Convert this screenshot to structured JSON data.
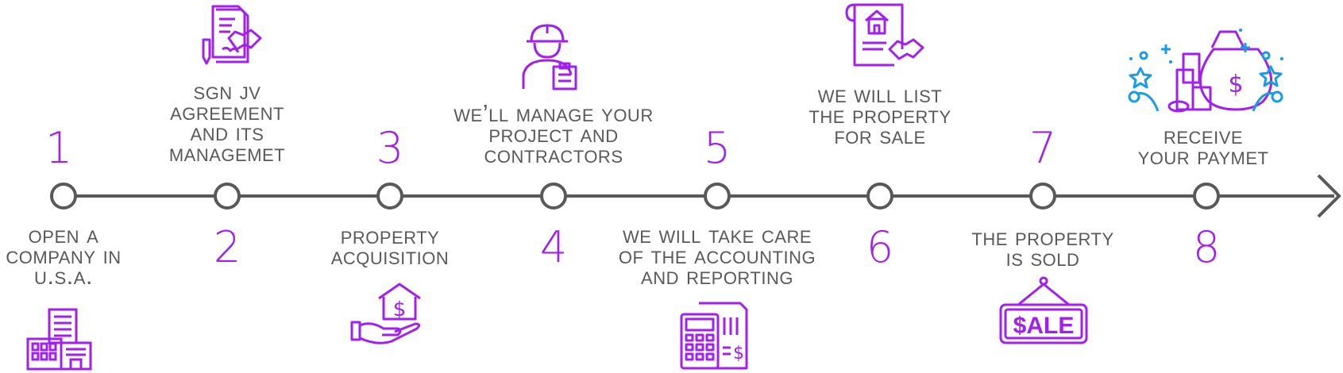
{
  "steps": [
    {
      "number": "1",
      "lines": [
        "Open a",
        "company in",
        "U.S.A."
      ],
      "icon": "office-buildings-icon"
    },
    {
      "number": "2",
      "lines": [
        "Sgn JV",
        "agreement",
        "and its",
        "managemet"
      ],
      "icon": "contract-handshake-icon"
    },
    {
      "number": "3",
      "lines": [
        "Property",
        "acquisition"
      ],
      "icon": "house-in-hand-icon"
    },
    {
      "number": "4",
      "lines": [
        "We’ll Manage your",
        "project and",
        "contractors"
      ],
      "icon": "contractor-clipboard-icon"
    },
    {
      "number": "5",
      "lines": [
        "We will take care",
        "of the accounting",
        "and reporting"
      ],
      "icon": "calculator-receipt-icon"
    },
    {
      "number": "6",
      "lines": [
        "We will list",
        "the property",
        "for sale"
      ],
      "icon": "listing-document-icon"
    },
    {
      "number": "7",
      "lines": [
        "The property",
        "is sold"
      ],
      "icon": "sale-sign-icon"
    },
    {
      "number": "8",
      "lines": [
        "Receive",
        "your paymet"
      ],
      "icon": "money-bag-coins-icon"
    }
  ],
  "colors": {
    "accent": "#a020f0",
    "line": "#595959",
    "text": "#595959",
    "payment": "#1a9be6"
  }
}
